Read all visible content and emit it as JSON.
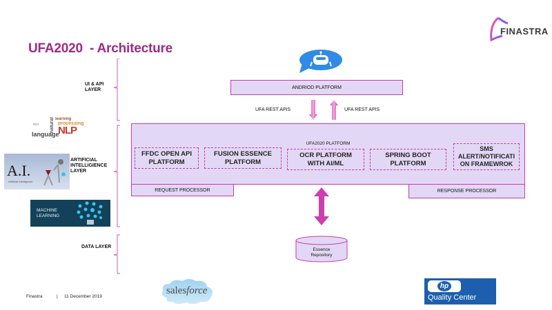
{
  "slide": {
    "title": "UFA2020  - Architecture",
    "brand_color": "#9c2a88",
    "accent_color": "#c83aa8",
    "box_fill": "#e2d8f5"
  },
  "logo": {
    "text": "FINASTRA"
  },
  "layers": {
    "ui_api": "UI & API LAYER",
    "ai": "ARTIFICIAL INTELLIGIENCE LAYER",
    "data": "DATA LAYER"
  },
  "images": {
    "chatbot": "chatbot-icon",
    "nlp": {
      "big": "NLP",
      "words": [
        "natural",
        "learning",
        "processing",
        "language",
        "text"
      ]
    },
    "ai": {
      "big": "A.I.",
      "caption": "Artificial Intelligence"
    },
    "ml": {
      "line1": "MACHINE",
      "line2": "LEARNING"
    },
    "salesforce": {
      "prefix": "sales",
      "suffix": "force"
    },
    "hp": {
      "badge": "hp",
      "caption": "Quality Center"
    }
  },
  "diagram": {
    "android": "ANDRIOD PLATFORM",
    "rest_down": "UFA REST APIS",
    "rest_up": "UFA REST APIS",
    "platform_title": "UFA2020 PLATFORM",
    "modules": [
      {
        "label": "FFDC OPEN API PLATFORM"
      },
      {
        "label": "FUSION ESSENCE PLATFORM"
      },
      {
        "label": "OCR PLATFORM WITH AI/ML"
      },
      {
        "label": "SPRING BOOT PLATFORM"
      },
      {
        "label": "SMS ALERT/NOTIFICATI ON FRAMEWROK"
      }
    ],
    "request_processor": "REQUEST PROCESSOR",
    "response_processor": "RESPONSE PROCESSOR",
    "repository": {
      "line1": "Essence",
      "line2": "Repository"
    }
  },
  "footer": {
    "company": "Finastra",
    "separator": "|",
    "date": "11 December 2019"
  }
}
